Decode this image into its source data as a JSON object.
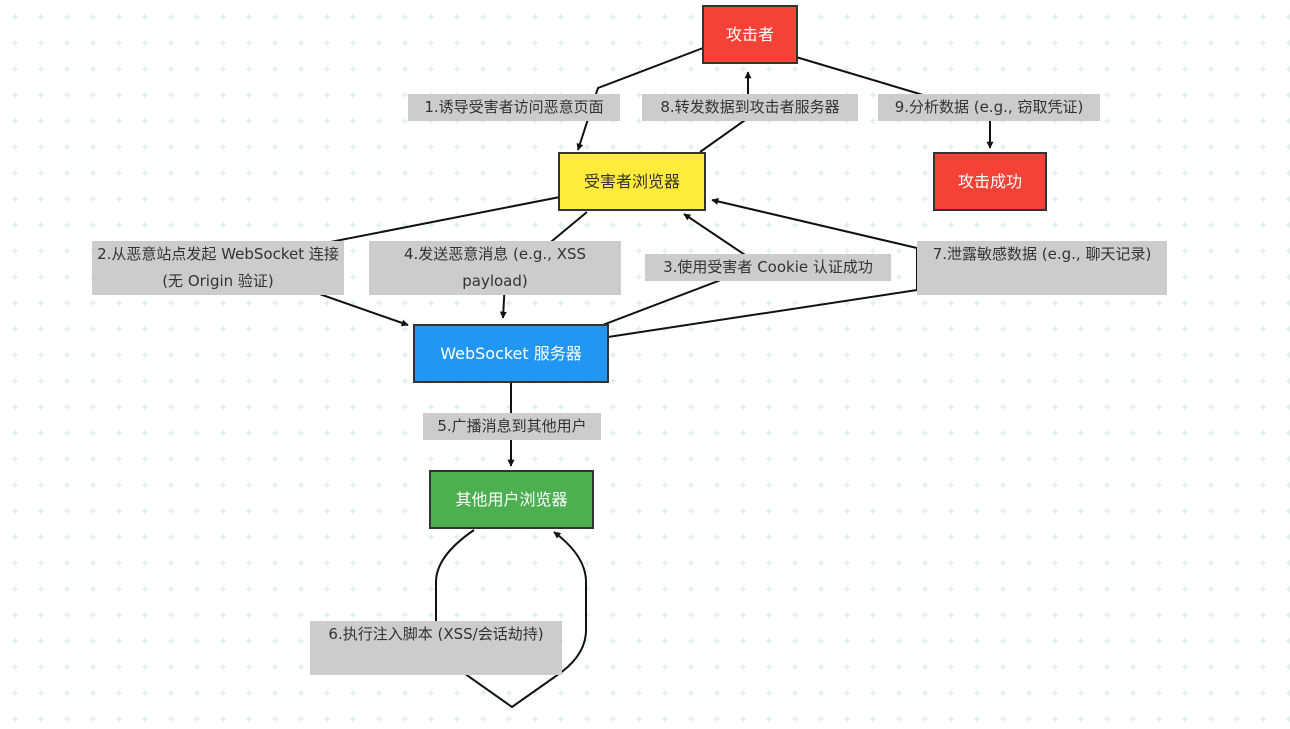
{
  "nodes": {
    "attacker": {
      "label": "攻击者",
      "color": "#f44336",
      "text_color": "#ffffff"
    },
    "victim_browser": {
      "label": "受害者浏览器",
      "color": "#ffeb3b",
      "text_color": "#333333"
    },
    "attack_success": {
      "label": "攻击成功",
      "color": "#f44336",
      "text_color": "#ffffff"
    },
    "ws_server": {
      "label": "WebSocket 服务器",
      "color": "#2196f3",
      "text_color": "#ffffff"
    },
    "other_browser": {
      "label": "其他用户浏览器",
      "color": "#4caf50",
      "text_color": "#ffffff"
    }
  },
  "edges": {
    "e1": {
      "from": "attacker",
      "to": "victim_browser",
      "label": "1.诱导受害者访问恶意页面"
    },
    "e2": {
      "from": "victim_browser",
      "to": "ws_server",
      "label": "2.从恶意站点发起 WebSocket 连接 (无 Origin 验证)"
    },
    "e3": {
      "from": "ws_server",
      "to": "victim_browser",
      "label": "3.使用受害者 Cookie 认证成功"
    },
    "e4": {
      "from": "victim_browser",
      "to": "ws_server",
      "label": "4.发送恶意消息 (e.g., XSS payload)"
    },
    "e5": {
      "from": "ws_server",
      "to": "other_browser",
      "label": "5.广播消息到其他用户"
    },
    "e6": {
      "from": "other_browser",
      "to": "other_browser",
      "label": "6.执行注入脚本 (XSS/会话劫持)"
    },
    "e7": {
      "from": "ws_server",
      "to": "victim_browser",
      "label": "7.泄露敏感数据 (e.g., 聊天记录)"
    },
    "e8": {
      "from": "victim_browser",
      "to": "attacker",
      "label": "8.转发数据到攻击者服务器"
    },
    "e9": {
      "from": "attacker",
      "to": "attack_success",
      "label": "9.分析数据 (e.g., 窃取凭证)"
    }
  },
  "colors": {
    "edge": "#111111",
    "label_bg": "#cccccc",
    "grid_plus": "#d8ede5"
  }
}
